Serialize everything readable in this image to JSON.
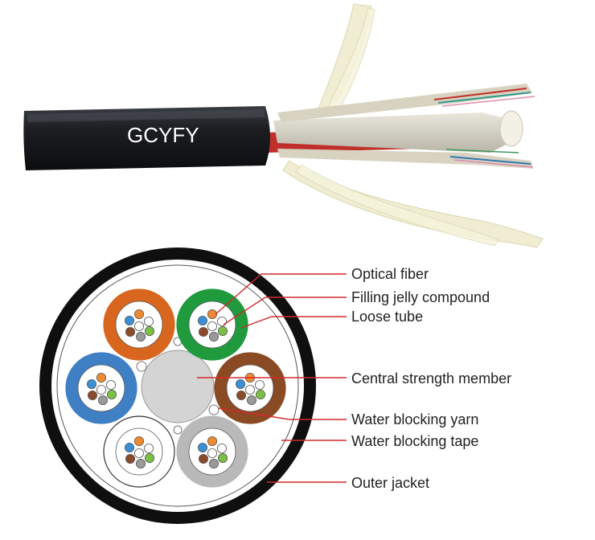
{
  "cable_print": "GCYFY",
  "callouts": [
    {
      "id": "optical-fiber",
      "label": "Optical fiber"
    },
    {
      "id": "filling-jelly-compound",
      "label": "Filling jelly compound"
    },
    {
      "id": "loose-tube",
      "label": "Loose tube"
    },
    {
      "id": "central-strength-member",
      "label": "Central strength member"
    },
    {
      "id": "water-blocking-yarn",
      "label": "Water blocking yarn"
    },
    {
      "id": "water-blocking-tape",
      "label": "Water blocking tape"
    },
    {
      "id": "outer-jacket",
      "label": "Outer jacket"
    }
  ],
  "colors": {
    "leader_line": "#d42a2a",
    "jacket": "#111111",
    "tube_orange": "#d9661f",
    "tube_green": "#1f9a3c",
    "tube_blue": "#3f7fc4",
    "tube_brown": "#8a4a24",
    "tube_white": "#ffffff",
    "tube_gray": "#b9b9b9",
    "central_member": "#d4d4d4",
    "fiber_blue": "#3b8fd6",
    "fiber_orange": "#f08a30",
    "fiber_green": "#7ac043",
    "fiber_brown": "#8b4a2a",
    "fiber_gray": "#9a9a9a",
    "fiber_white": "#ffffff"
  }
}
